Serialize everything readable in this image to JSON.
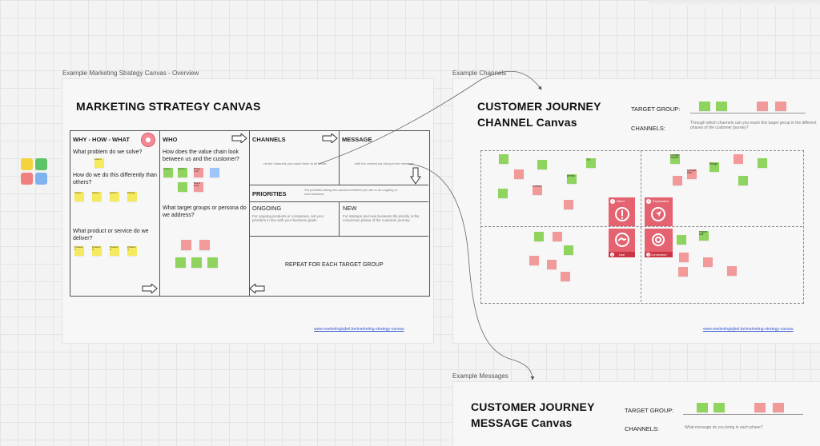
{
  "overview": {
    "frame_label": "Example Marketing Strategy Canvas - Overview",
    "title": "MARKETING STRATEGY CANVAS",
    "why": {
      "header": "WHY - HOW - WHAT",
      "q1": "What problem do we solve?",
      "q2": "How do we do this differently than others?",
      "q3": "What product or service do we deliver?"
    },
    "who": {
      "header": "WHO",
      "q1": "How does the value chain look between us and the customer?",
      "q2": "What target groups or persona do we address?"
    },
    "channels": {
      "header": "CHANNELS",
      "hint": "via the channels you reach them at all levels"
    },
    "message": {
      "header": "MESSAGE",
      "hint": "with the content you bring in the message"
    },
    "priorities": {
      "header": "PRIORITIES",
      "hint": "Set priorities taking into account whether you are in an ongoing or new business.",
      "ongoing": "ONGOING",
      "ongoing_text": "For ongoing products or companies, set your priorities in line with your business goals.",
      "new": "NEW",
      "new_text": "For startups and new business the priority is the conversion phase of the customer journey."
    },
    "repeat": "REPEAT FOR EACH TARGET GROUP",
    "link": "www.marketingisjbel.be/marketing-strategy-canvas",
    "notes": {
      "why_q1": [
        "Lorem",
        ""
      ],
      "why_q2": [
        "Lorem",
        "Lorem",
        "Lorem",
        "Pricing"
      ],
      "why_q3": [
        "Product 1",
        "Product 2",
        "Product 3",
        "Product 4"
      ],
      "who_q1": [
        "Lorem",
        "Lorem",
        "Brand stuff",
        "Retail stuff",
        "Brand loyal"
      ]
    }
  },
  "channels_canvas": {
    "frame_label": "Example Channels",
    "title_line1": "CUSTOMER JOURNEY",
    "title_line2": "CHANNEL Canvas",
    "target_group_label": "TARGET GROUP:",
    "channels_label": "CHANNELS:",
    "channels_hint": "Through which channels can you reach this target group in the different phases of the customer journey?",
    "link": "www.marketingisjbel.be/marketing-strategy-canvas",
    "notes": {
      "tv": "TV",
      "press": "press",
      "events": "Events",
      "google_search": "Google search",
      "google_ads": "Google Ads",
      "blogs": "Blogs",
      "phone": "Phone call"
    },
    "phases": [
      {
        "num": "1",
        "label": "Need"
      },
      {
        "num": "2",
        "label": "Exploration"
      },
      {
        "num": "4",
        "label": "Use"
      },
      {
        "num": "3",
        "label": "Conversion"
      }
    ]
  },
  "messages_canvas": {
    "frame_label": "Example Messages",
    "title_line1": "CUSTOMER JOURNEY",
    "title_line2": "MESSAGE Canvas",
    "target_group_label": "TARGET GROUP:",
    "channels_label": "CHANNELS:",
    "channels_hint": "What message do you bring in each phase?"
  },
  "colors": {
    "sticky_yellow": "#f5ea5d",
    "sticky_green": "#8fd45e",
    "sticky_red": "#f29a9a",
    "sticky_blue": "#9ec5f7",
    "phase_red": "#e56270"
  },
  "icons": [
    "app-logo-icon",
    "arrow-right-icon",
    "arrow-left-icon",
    "arrow-down-icon",
    "connector-arrow-icon",
    "exclamation-icon",
    "navigation-icon",
    "handshake-icon",
    "target-icon",
    "avatar-icon"
  ]
}
